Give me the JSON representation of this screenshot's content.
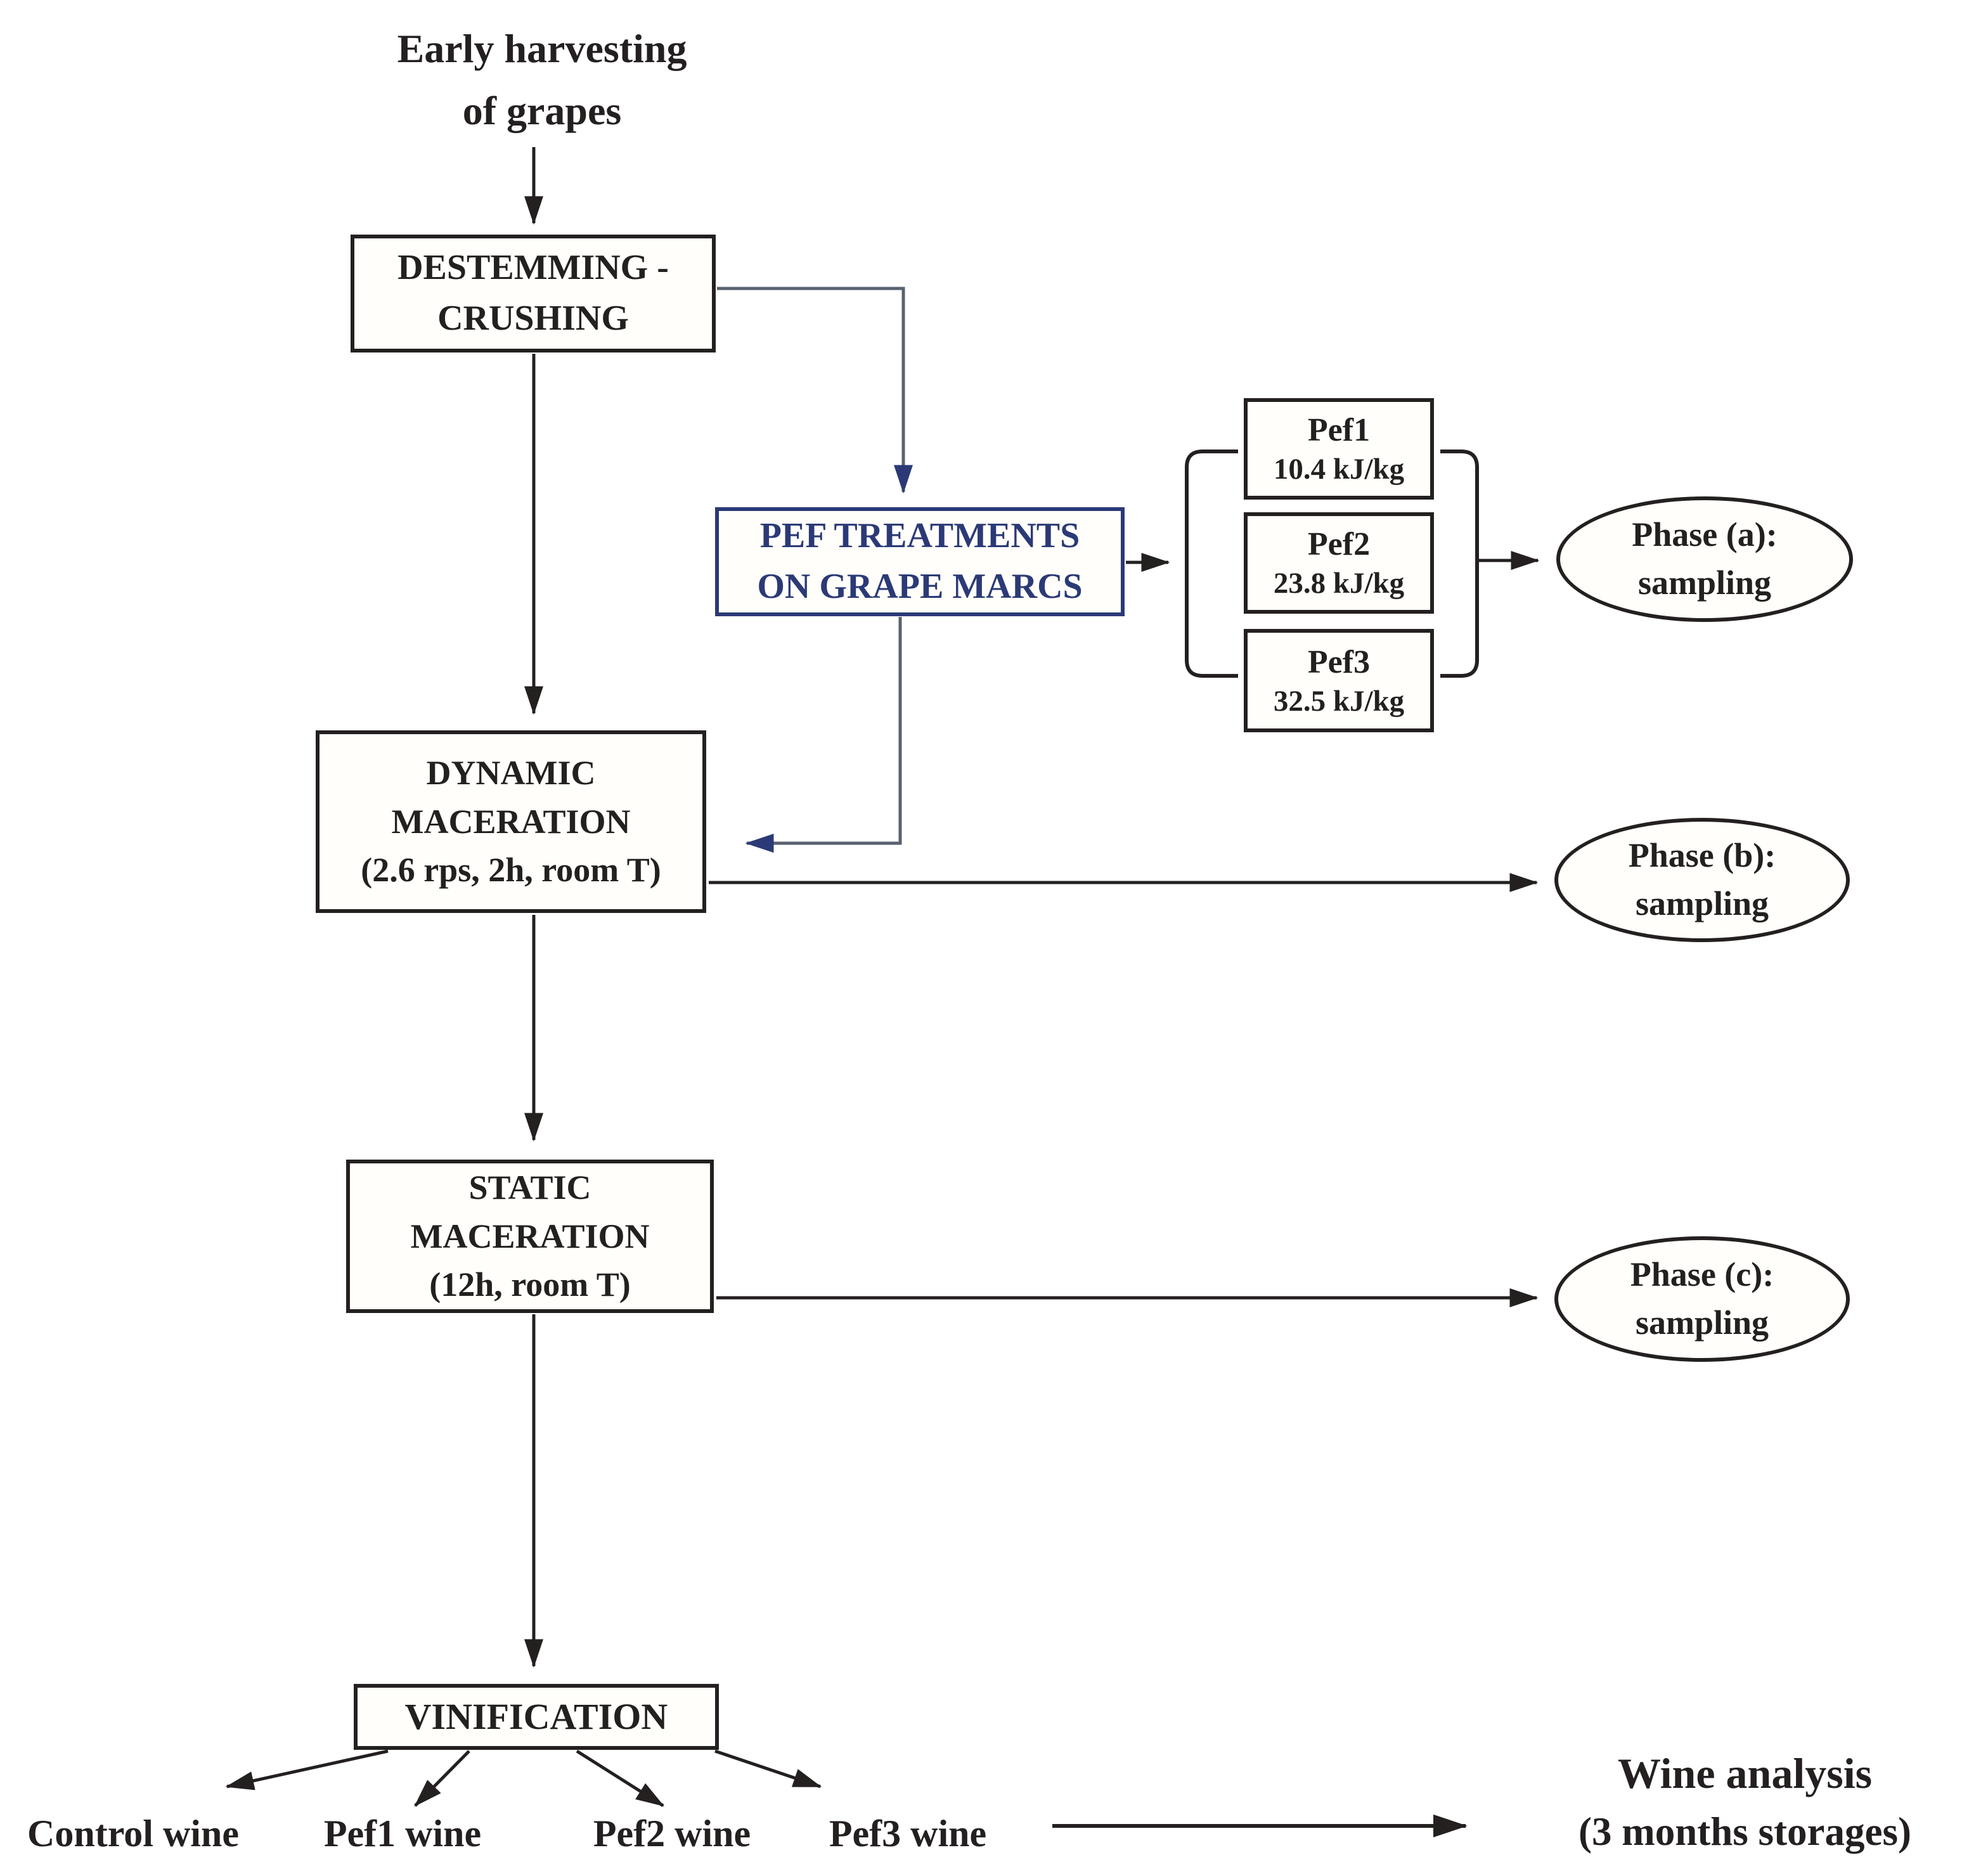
{
  "diagram": {
    "source": {
      "line1": "Early harvesting",
      "line2": "of grapes"
    },
    "destemming": {
      "line1": "DESTEMMING -",
      "line2": "CRUSHING"
    },
    "pef_treatments": {
      "line1": "PEF TREATMENTS",
      "line2": "ON GRAPE MARCS"
    },
    "pef_levels": [
      {
        "name": "Pef1",
        "energy": "10.4 kJ/kg"
      },
      {
        "name": "Pef2",
        "energy": "23.8 kJ/kg"
      },
      {
        "name": "Pef3",
        "energy": "32.5 kJ/kg"
      }
    ],
    "phases": [
      {
        "line1": "Phase (a):",
        "line2": "sampling"
      },
      {
        "line1": "Phase (b):",
        "line2": "sampling"
      },
      {
        "line1": "Phase (c):",
        "line2": "sampling"
      }
    ],
    "dynamic_maceration": {
      "line1": "DYNAMIC",
      "line2": "MACERATION",
      "line3": "(2.6 rps, 2h, room T)"
    },
    "static_maceration": {
      "line1": "STATIC",
      "line2": "MACERATION",
      "line3": "(12h, room T)"
    },
    "vinification": {
      "label": "VINIFICATION"
    },
    "wines": [
      "Control wine",
      "Pef1 wine",
      "Pef2 wine",
      "Pef3 wine"
    ],
    "wine_analysis": {
      "line1": "Wine analysis",
      "line2": "(3 months storages)"
    },
    "colors": {
      "ink": "#242020",
      "navy": "#2b3a76",
      "slate": "#5a6270"
    }
  }
}
